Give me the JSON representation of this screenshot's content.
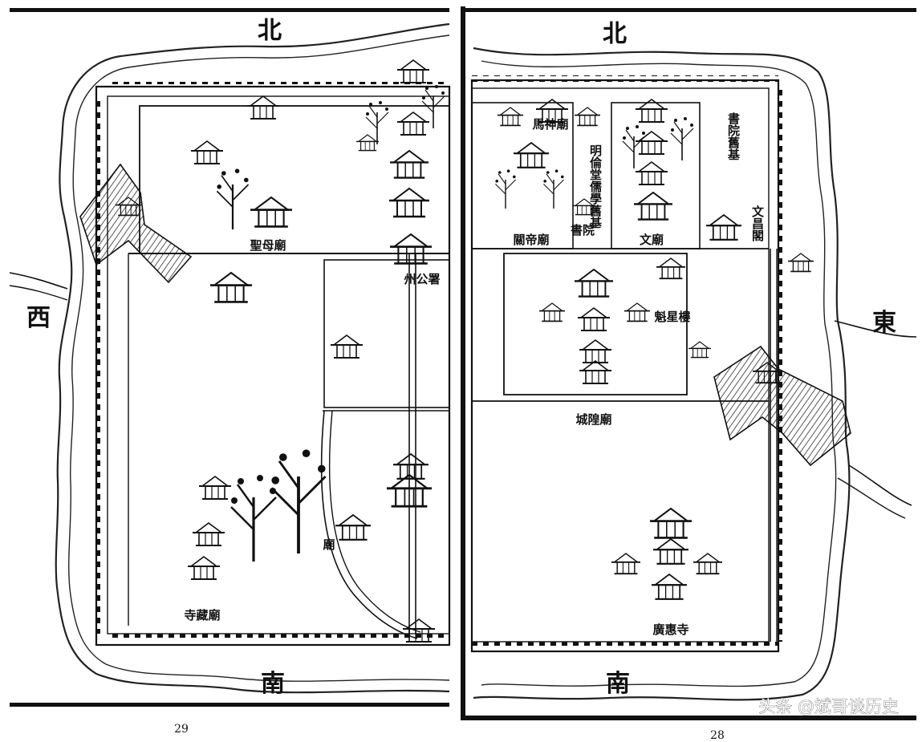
{
  "left_page": {
    "directions": {
      "north": "北",
      "south": "南",
      "west": "西"
    },
    "labels": {
      "shengmu_miao": "聖母廟",
      "zhou_gongshu": "州公署",
      "unnamed_temple": "廟",
      "lower_temple": "寺藏廟"
    },
    "page_number": "29"
  },
  "right_page": {
    "directions": {
      "north": "北",
      "south": "南",
      "east": "東"
    },
    "labels": {
      "mashen_miao": "馬神廟",
      "guandi_miao": "關帝廟",
      "mingru_xue": "明倫堂儒學舊基",
      "shuyuan_jiuji": "書院舊基",
      "shuyuan_small": "書院",
      "wenmiao": "文廟",
      "kuixing_lou": "魁星樓",
      "chenghuang_miao": "城隍廟",
      "guanghui_si": "廣惠寺",
      "wenchang_ge": "文昌閣"
    },
    "page_number": "28"
  },
  "watermark": "头条 @斌哥谈历史",
  "colors": {
    "ink": "#111111",
    "paper": "#ffffff",
    "moat": "#222222"
  }
}
